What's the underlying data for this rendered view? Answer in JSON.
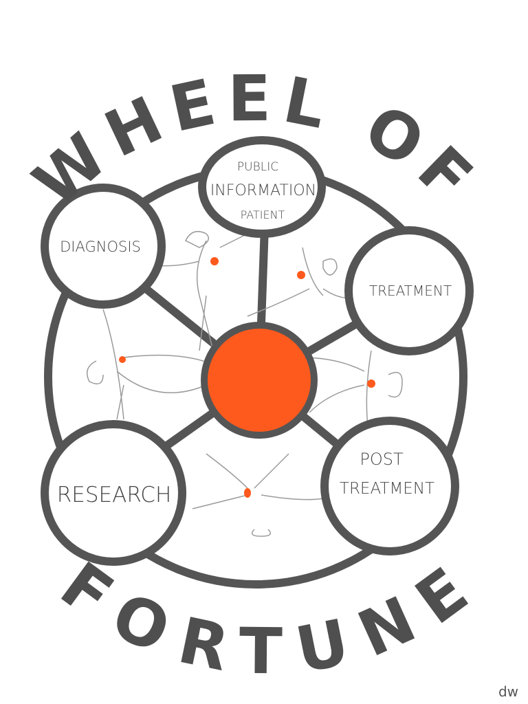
{
  "title_top": "WHEEL OF",
  "title_bottom": "FORTUNE",
  "nodes": {
    "top": {
      "line1": "PUBLIC",
      "line2": "INFORMATION",
      "line3": "PATIENT"
    },
    "diagnosis": "DIAGNOSIS",
    "treatment": "TREATMENT",
    "research": "RESEARCH",
    "post_treatment": {
      "line1": "POST",
      "line2": "TREATMENT"
    }
  },
  "signature": "dw",
  "colors": {
    "stroke": "#555555",
    "hub": "#FF5A1E",
    "figure": "#9a9a9a"
  }
}
